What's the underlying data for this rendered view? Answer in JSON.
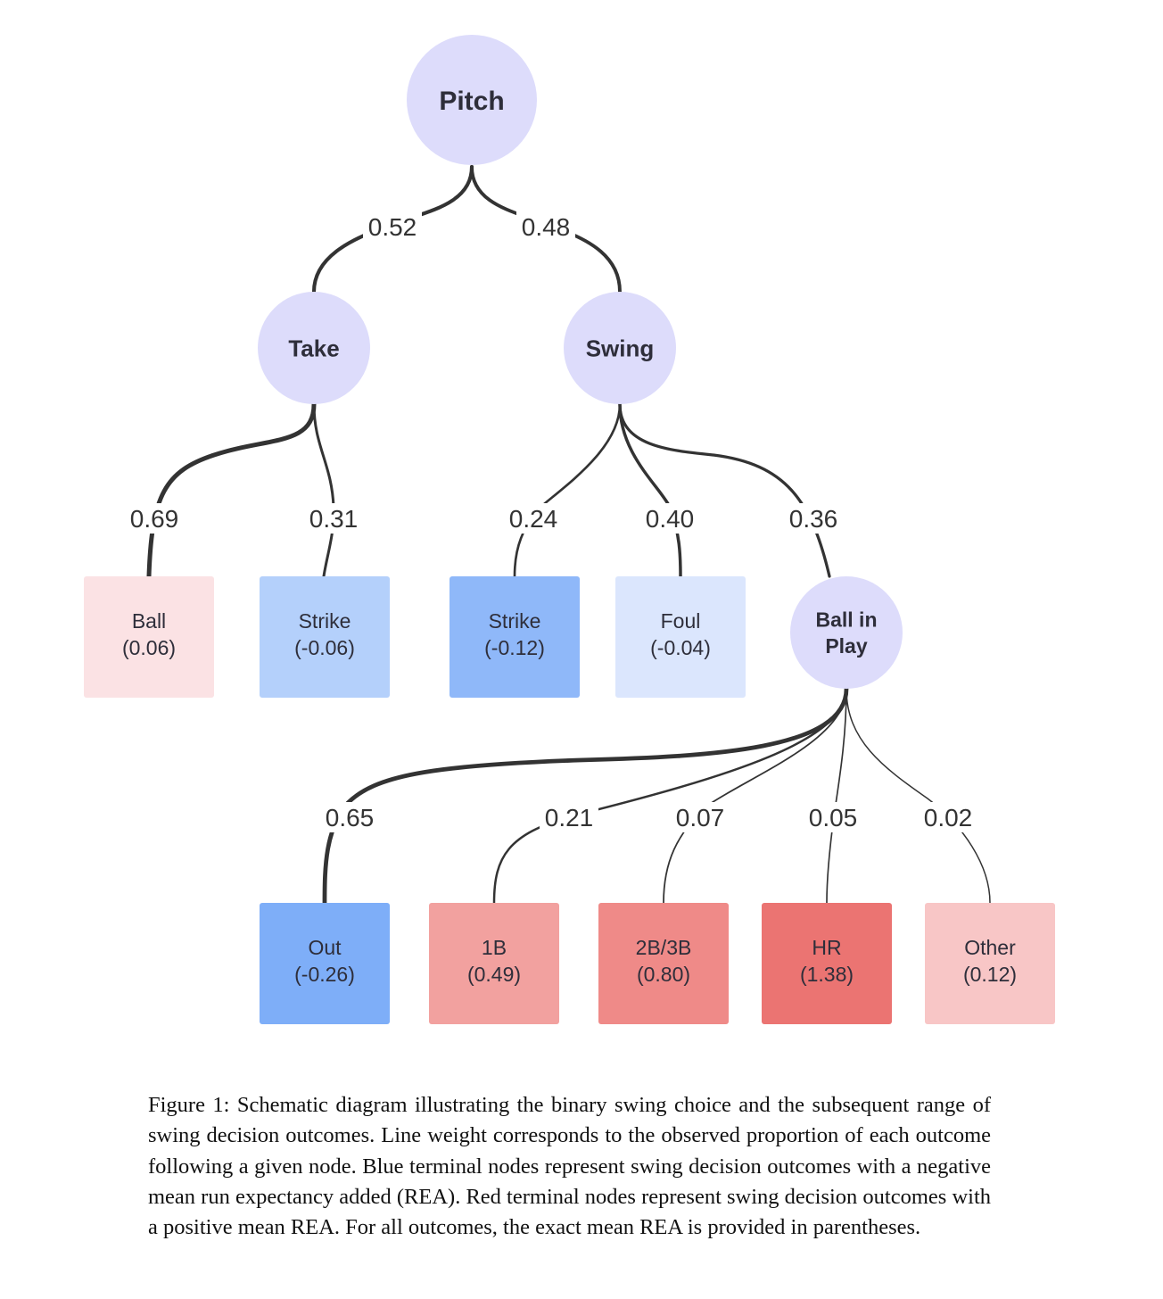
{
  "diagram": {
    "nodes": [
      {
        "id": "pitch",
        "label": "Pitch"
      },
      {
        "id": "take",
        "label": "Take"
      },
      {
        "id": "swing",
        "label": "Swing"
      },
      {
        "id": "bip",
        "label": "Ball in Play"
      }
    ],
    "outcomes": [
      {
        "id": "ball",
        "name": "Ball",
        "rea": "(0.06)",
        "color": "#fbe2e4"
      },
      {
        "id": "strike-take",
        "name": "Strike",
        "rea": "(-0.06)",
        "color": "#b4d0fb"
      },
      {
        "id": "strike-swing",
        "name": "Strike",
        "rea": "(-0.12)",
        "color": "#8fb8f9"
      },
      {
        "id": "foul",
        "name": "Foul",
        "rea": "(-0.04)",
        "color": "#dbe6fd"
      },
      {
        "id": "out",
        "name": "Out",
        "rea": "(-0.26)",
        "color": "#7eaef8"
      },
      {
        "id": "single",
        "name": "1B",
        "rea": "(0.49)",
        "color": "#f2a19f"
      },
      {
        "id": "xbh",
        "name": "2B/3B",
        "rea": "(0.80)",
        "color": "#ef8a88"
      },
      {
        "id": "hr",
        "name": "HR",
        "rea": "(1.38)",
        "color": "#eb7472"
      },
      {
        "id": "other",
        "name": "Other",
        "rea": "(0.12)",
        "color": "#f8c6c6"
      }
    ],
    "edges": [
      {
        "from": "pitch",
        "to": "take",
        "value": "0.52"
      },
      {
        "from": "pitch",
        "to": "swing",
        "value": "0.48"
      },
      {
        "from": "take",
        "to": "ball",
        "value": "0.69"
      },
      {
        "from": "take",
        "to": "strike-take",
        "value": "0.31"
      },
      {
        "from": "swing",
        "to": "strike-swing",
        "value": "0.24"
      },
      {
        "from": "swing",
        "to": "foul",
        "value": "0.40"
      },
      {
        "from": "swing",
        "to": "bip",
        "value": "0.36"
      },
      {
        "from": "bip",
        "to": "out",
        "value": "0.65"
      },
      {
        "from": "bip",
        "to": "single",
        "value": "0.21"
      },
      {
        "from": "bip",
        "to": "xbh",
        "value": "0.07"
      },
      {
        "from": "bip",
        "to": "hr",
        "value": "0.05"
      },
      {
        "from": "bip",
        "to": "other",
        "value": "0.02"
      }
    ],
    "colors": {
      "decision_node": "#dddcfb",
      "edge": "#333333"
    }
  },
  "caption": "Figure 1: Schematic diagram illustrating the binary swing choice and the subsequent range of swing decision outcomes. Line weight corresponds to the observed proportion of each outcome following a given node. Blue terminal nodes represent swing decision outcomes with a negative mean run expectancy added (REA). Red terminal nodes represent swing decision outcomes with a positive mean REA. For all outcomes, the exact mean REA is provided in parentheses."
}
